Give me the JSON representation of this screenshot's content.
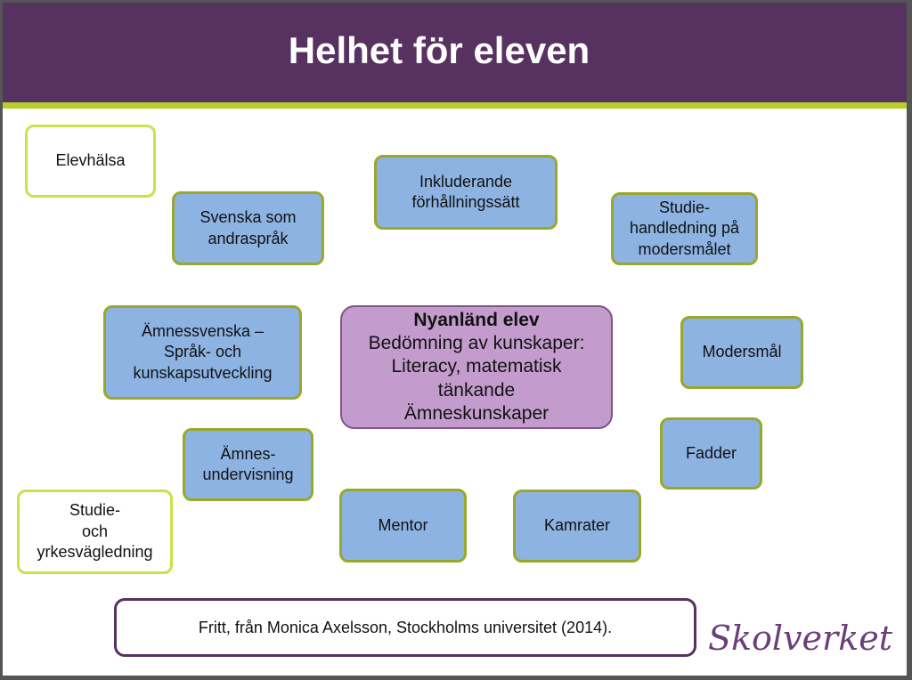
{
  "title": "Helhet för eleven",
  "center": {
    "heading": "Nyanländ elev",
    "lines": [
      "Bedömning av kunskaper:",
      "Literacy, matematisk tänkande",
      "Ämneskunskaper"
    ]
  },
  "boxes": {
    "elevhalsa": "Elevhälsa",
    "inkluderande": "Inkluderande\nförhållningssätt",
    "svenska_andrasprak": "Svenska som\nandraspråk",
    "studiehandledning": "Studie-\nhandledning på\nmodersmålet",
    "amnessvenska": "Ämnessvenska –\nSpråk- och\nkunskapsutveckling",
    "modersmal": "Modersmål",
    "fadder": "Fadder",
    "amnesundervisning": "Ämnes-\nundervisning",
    "studie_yrkesvagledning": "Studie-\noch\nyrkesvägledning",
    "mentor": "Mentor",
    "kamrater": "Kamrater"
  },
  "source": "Fritt, från Monica Axelsson, Stockholms universitet (2014).",
  "logo": "Skolverket",
  "colors": {
    "header": "#57315f",
    "accent_line": "#b7cf2a",
    "blue_box": "#8db3e2",
    "center_box": "#c39ccd"
  }
}
